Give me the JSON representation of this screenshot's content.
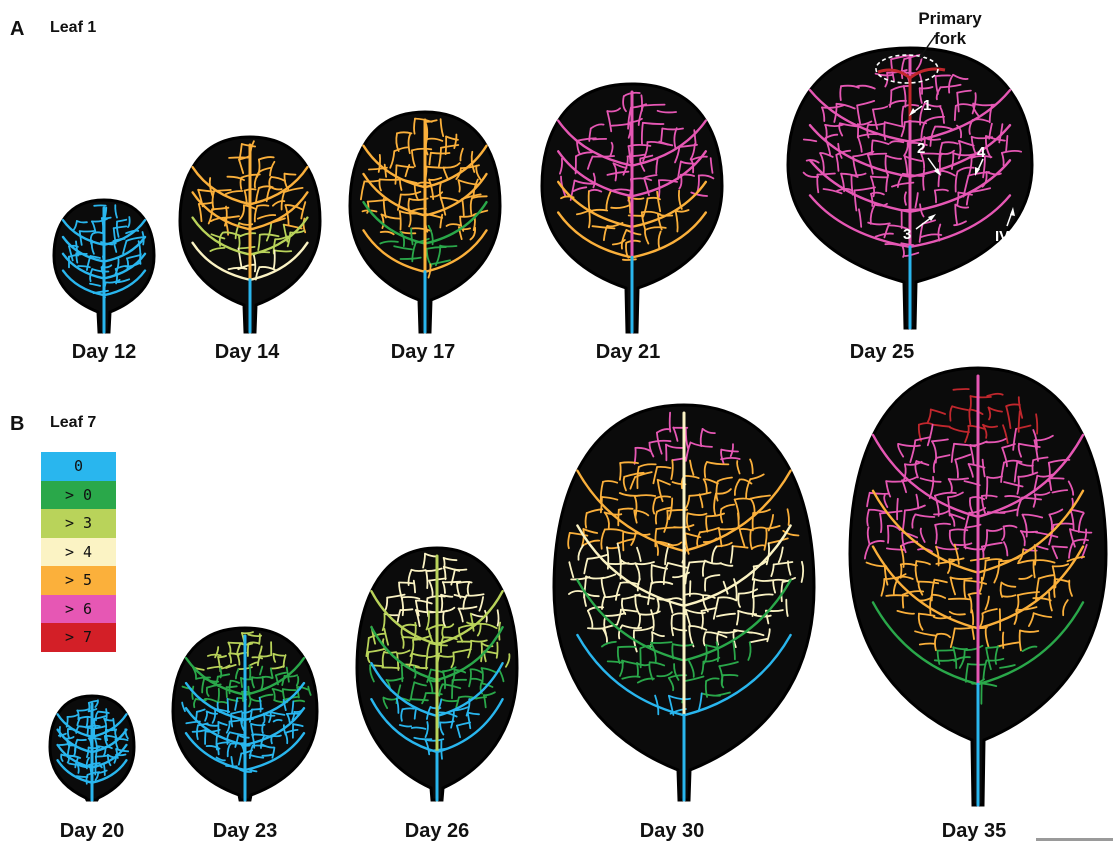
{
  "panel_a": {
    "letter": "A",
    "title": "Leaf 1",
    "days": [
      "Day 12",
      "Day 14",
      "Day 17",
      "Day 21",
      "Day 25"
    ]
  },
  "panel_b": {
    "letter": "B",
    "title": "Leaf 7",
    "days": [
      "Day 20",
      "Day 23",
      "Day 26",
      "Day 30",
      "Day 35"
    ]
  },
  "annotations": {
    "primary_fork_line1": "Primary",
    "primary_fork_line2": "fork",
    "n1": "1",
    "n2": "2",
    "n3": "3",
    "n4": "4",
    "iv": "IV"
  },
  "legend": [
    {
      "label": "0",
      "color": "#29b6ee"
    },
    {
      "label": "> 0",
      "color": "#2aa84a"
    },
    {
      "label": "> 3",
      "color": "#b9d35a"
    },
    {
      "label": "> 4",
      "color": "#fbf3c4"
    },
    {
      "label": "> 5",
      "color": "#fbb03b"
    },
    {
      "label": "> 6",
      "color": "#e657b4"
    },
    {
      "label": "> 7",
      "color": "#d31f27"
    }
  ],
  "vein_colors": {
    "cyan": "#29b6ee",
    "green": "#2aa84a",
    "lime": "#b9d35a",
    "cream": "#fbf3c4",
    "orange": "#fbb03b",
    "pink": "#e657b4",
    "red": "#c1272d"
  }
}
